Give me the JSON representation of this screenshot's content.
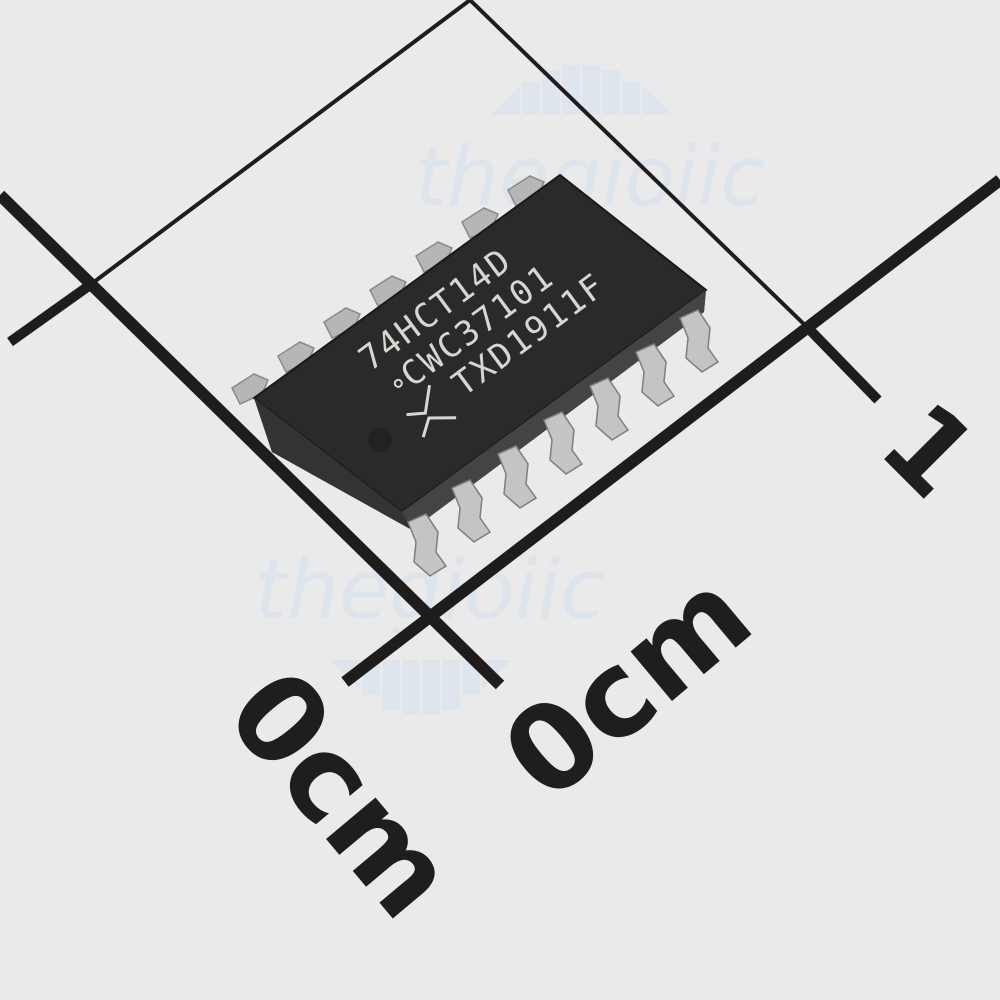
{
  "image": {
    "subject": "SOIC-14 integrated circuit on centimeter scale grid",
    "background_color": "#eaeaea"
  },
  "watermark": {
    "text": "thegioiic",
    "color": "#dde4ec",
    "instances": 2
  },
  "chip": {
    "package": "SOIC-14",
    "body_color": "#2a2a2a",
    "marking_color": "#d9d6d2",
    "markings": {
      "line1": "74HCT14D",
      "line2": "CWC37101",
      "line3": "TXD1911F"
    },
    "logo": "nexperia-x-logo",
    "pins_per_side": 7,
    "pin_color": "#b8b8b8"
  },
  "scale": {
    "labels": {
      "right": "1",
      "left_zero": "0cm",
      "center_zero": "0cm"
    },
    "line_color": "#1f1c1c"
  }
}
